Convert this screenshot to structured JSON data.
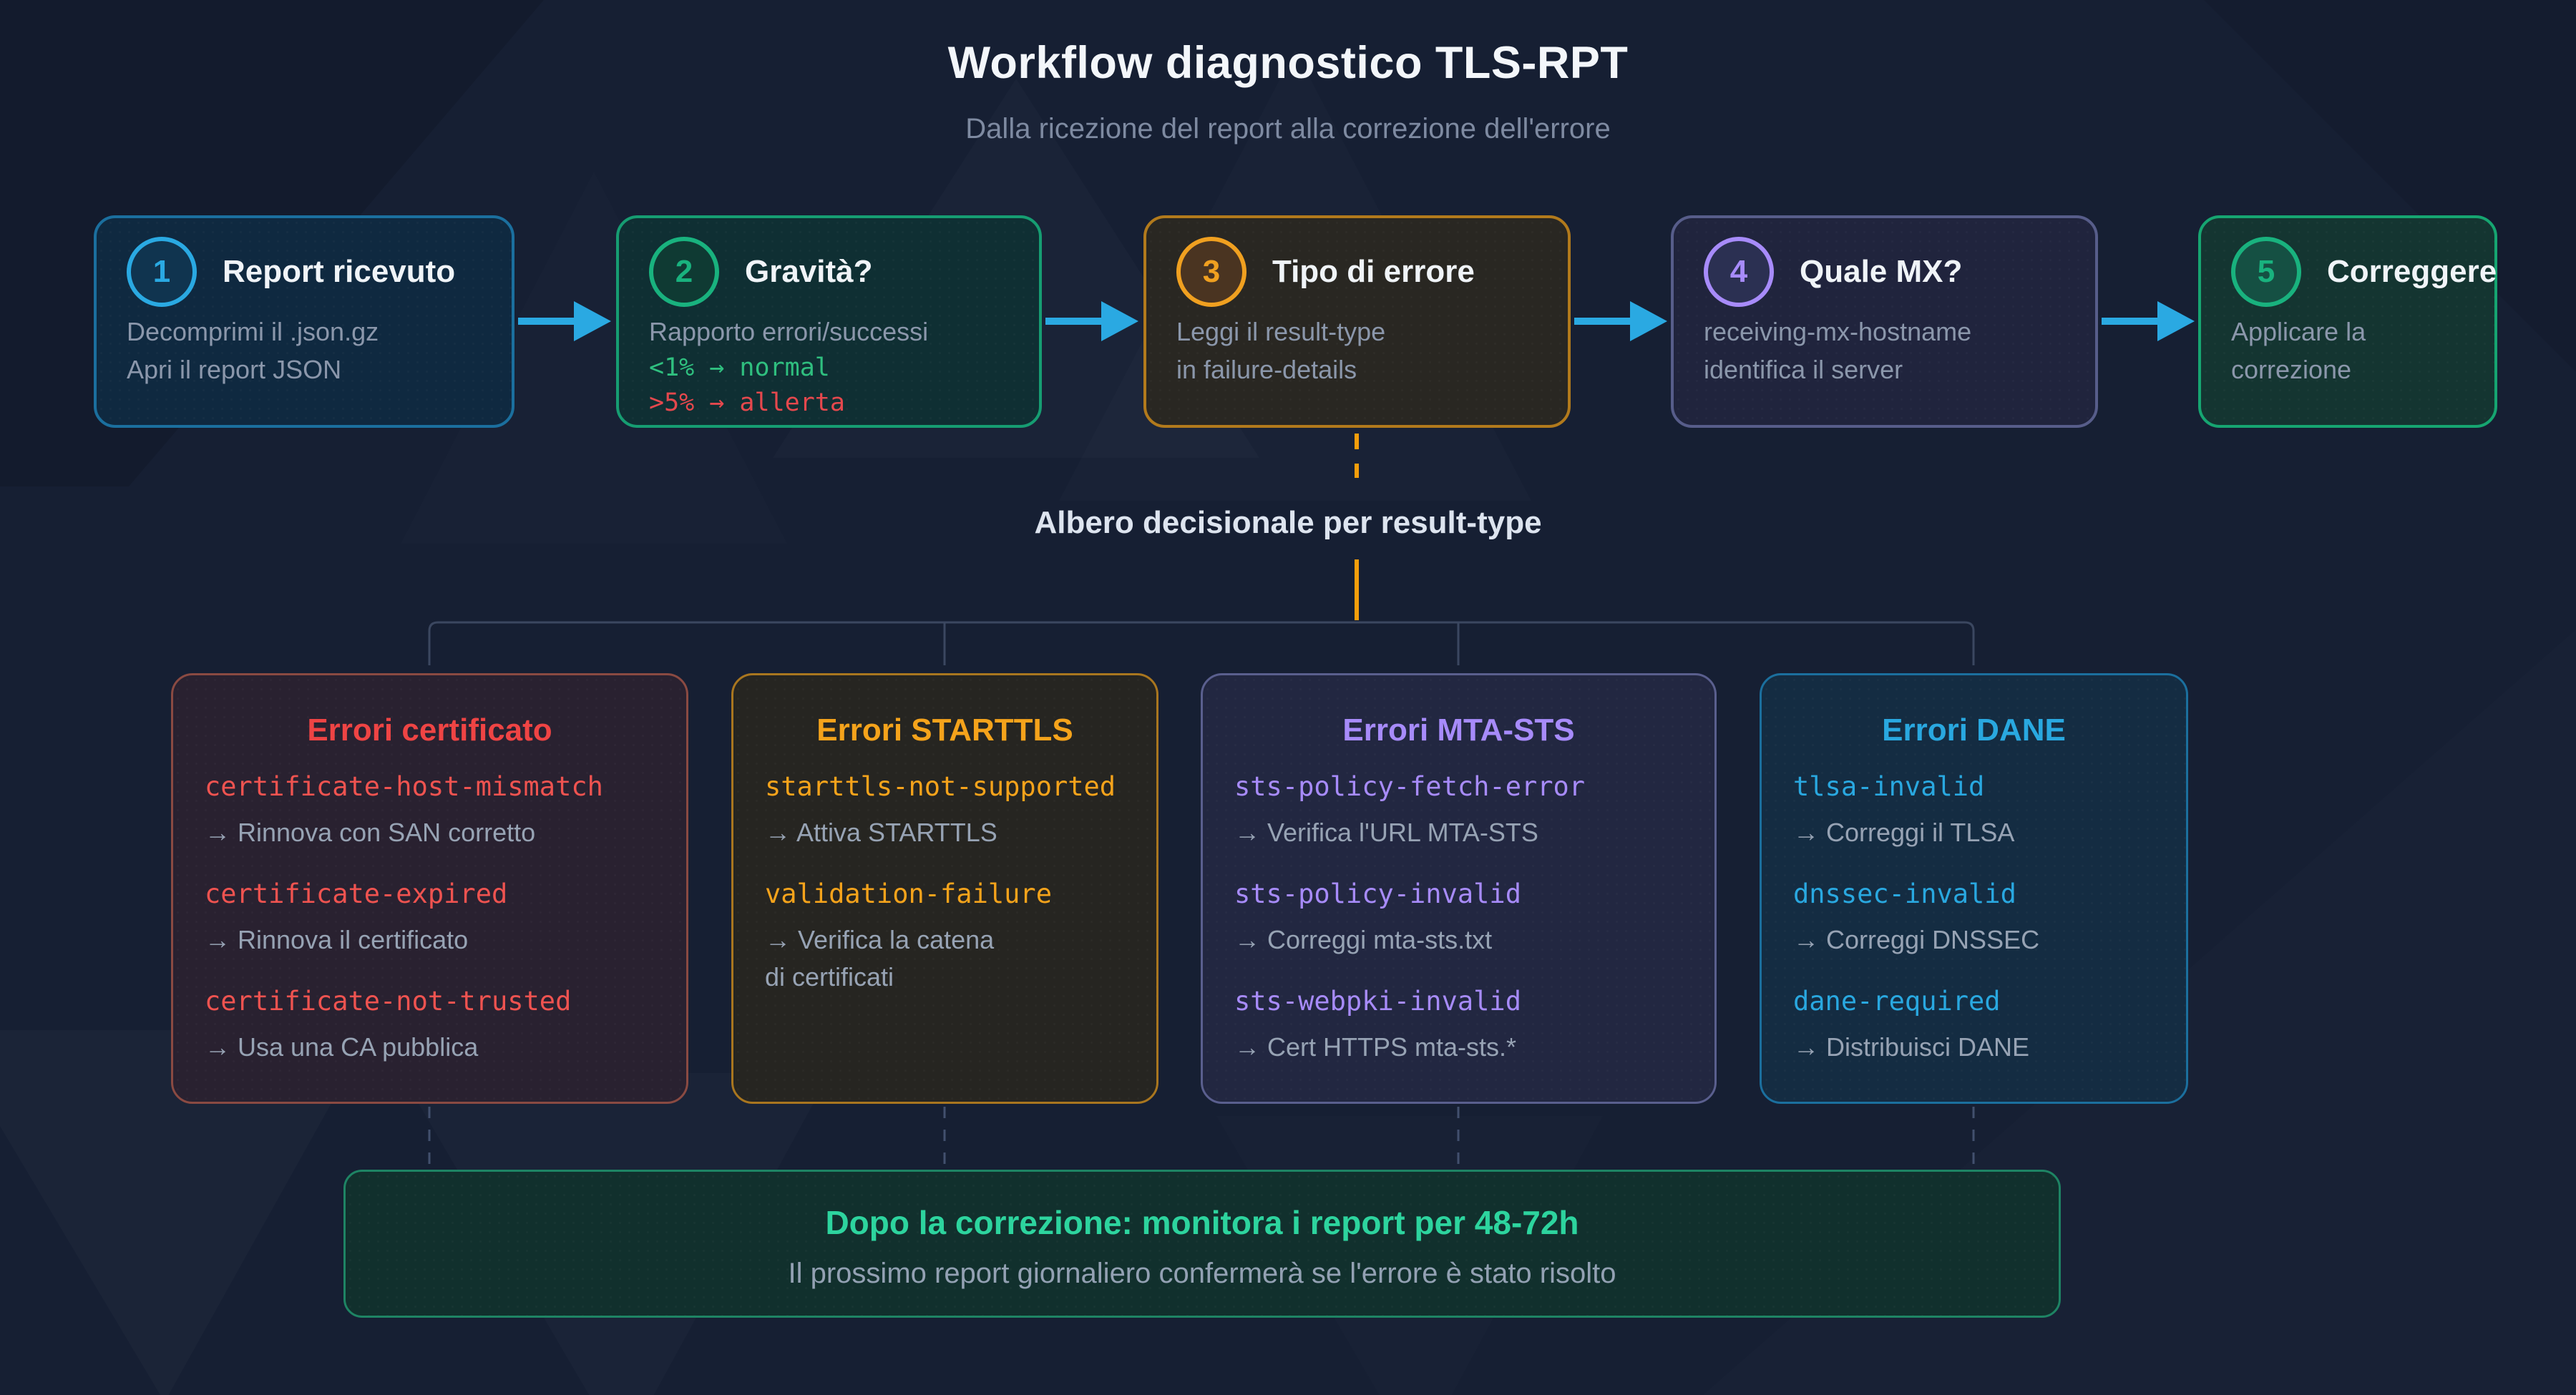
{
  "page": {
    "title": "Workflow diagnostico TLS-RPT",
    "subtitle": "Dalla ricezione del report alla correzione dell'errore"
  },
  "steps": [
    {
      "number": "1",
      "title": "Report ricevuto",
      "body": [
        "Decomprimi il .json.gz",
        "Apri il report JSON"
      ]
    },
    {
      "number": "2",
      "title": "Gravità?",
      "body": [
        "Rapporto errori/successi"
      ],
      "thresholds": [
        {
          "text": "<1% → normal"
        },
        {
          "text": ">5% → allerta"
        }
      ]
    },
    {
      "number": "3",
      "title": "Tipo di errore",
      "body": [
        "Leggi il result-type",
        "in failure-details"
      ]
    },
    {
      "number": "4",
      "title": "Quale MX?",
      "body": [
        "receiving-mx-hostname",
        "identifica il server"
      ]
    },
    {
      "number": "5",
      "title": "Correggere",
      "body": [
        "Applicare la",
        "correzione"
      ]
    }
  ],
  "decision_label": "Albero decisionale per result-type",
  "error_groups": [
    {
      "title": "Errori certificato",
      "items": [
        {
          "code": "certificate-host-mismatch",
          "fix": "→ Rinnova con SAN corretto"
        },
        {
          "code": "certificate-expired",
          "fix": "→ Rinnova il certificato"
        },
        {
          "code": "certificate-not-trusted",
          "fix": "→ Usa una CA pubblica"
        }
      ]
    },
    {
      "title": "Errori STARTTLS",
      "items": [
        {
          "code": "starttls-not-supported",
          "fix": "→ Attiva STARTTLS"
        },
        {
          "code": "validation-failure",
          "fix": "→ Verifica la catena\ndi certificati"
        }
      ]
    },
    {
      "title": "Errori MTA-STS",
      "items": [
        {
          "code": "sts-policy-fetch-error",
          "fix": "→ Verifica l'URL MTA-STS"
        },
        {
          "code": "sts-policy-invalid",
          "fix": "→ Correggi mta-sts.txt"
        },
        {
          "code": "sts-webpki-invalid",
          "fix": "→ Cert HTTPS mta-sts.*"
        }
      ]
    },
    {
      "title": "Errori DANE",
      "items": [
        {
          "code": "tlsa-invalid",
          "fix": "→ Correggi il TLSA"
        },
        {
          "code": "dnssec-invalid",
          "fix": "→ Correggi DNSSEC"
        },
        {
          "code": "dane-required",
          "fix": "→ Distribuisci DANE"
        }
      ]
    }
  ],
  "footer": {
    "title": "Dopo la correzione: monitora i report per 48-72h",
    "subtitle": "Il prossimo report giornaliero confermerà se l'errore è stato risolto"
  },
  "colors": {
    "background": "#161f33",
    "arrow_blue": "#2aa9e2",
    "step1_accent": "#2aa9e2",
    "step2_accent": "#19b27e",
    "step3_accent": "#f0a020",
    "step4_accent": "#a78bfa",
    "step5_accent": "#16a571",
    "severity_normal": "#2fbf7f",
    "severity_alert": "#e5484d",
    "certificato_accent": "#ef4444",
    "starttls_accent": "#f5a31b",
    "mtasts_accent": "#a78bfa",
    "dane_accent": "#29a8e0",
    "footer_accent": "#2dd49e",
    "connector_gray": "#3b4760",
    "connector_orange": "#f59e0b"
  }
}
